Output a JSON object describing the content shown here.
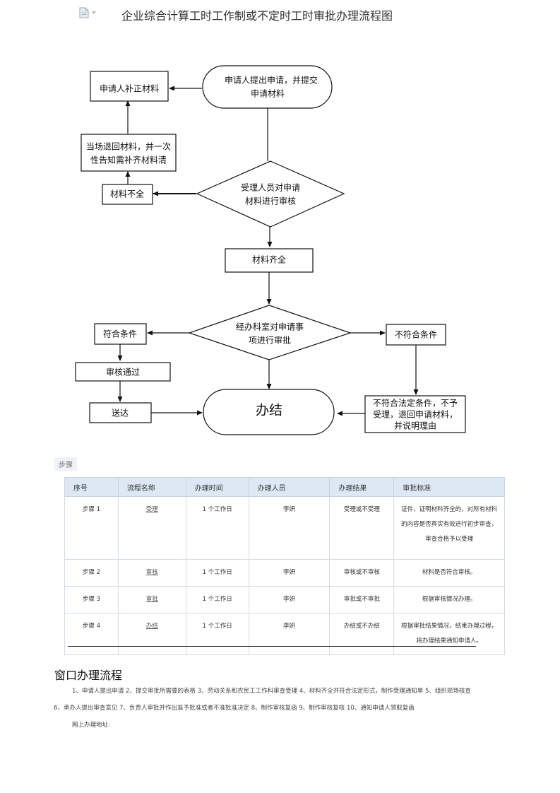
{
  "title": "企业综合计算工时工作制或不定时工时审批办理流程图",
  "flowchart": {
    "supplement": "申请人补正材料",
    "apply": [
      "申请人提出申请，并提交",
      "申请材料"
    ],
    "return_once": [
      "当场退回材料，并一次",
      "性告知需补齐材料清"
    ],
    "incomplete": "材料不全",
    "review": [
      "受理人员对申请",
      "材料进行审核"
    ],
    "complete": "材料齐全",
    "approve": [
      "经办科室对申请事",
      "项进行审批"
    ],
    "eligible": "符合条件",
    "ineligible": "不符合条件",
    "passed": "审核通过",
    "deliver": "送达",
    "done": "办结",
    "reject": [
      "不符合法定条件，不予",
      "受理，退回申请材料，",
      "并说明理由"
    ]
  },
  "steps_label": "步骤",
  "table": {
    "headers": [
      "序号",
      "流程名称",
      "办理时间",
      "办理人员",
      "办理结果",
      "审批标准"
    ],
    "rows": [
      {
        "no": "步骤 1",
        "name": "受理",
        "time": "1 个工作日",
        "person": "李妍",
        "result": "受理或不受理",
        "standard": [
          "证件，证明材料齐全的，对所有材料",
          "的内容是否真实有效进行初步审查，",
          "审查合格予以受理"
        ]
      },
      {
        "no": "步骤 2",
        "name": "审核",
        "time": "1 个工作日",
        "person": "李妍",
        "result": "审核或不审核",
        "standard": [
          "材料是否符合审核。"
        ]
      },
      {
        "no": "步骤 3",
        "name": "审批",
        "time": "1 个工作日",
        "person": "李妍",
        "result": "审批或不审批",
        "standard": [
          "根据审核情况办理。"
        ]
      },
      {
        "no": "步骤 4",
        "name": "办结",
        "time": "1 个工作日",
        "person": "李妍",
        "result": "办结或不办结",
        "standard": [
          "根据审批结果情况，结束办理过程，",
          "将办理结果通知申请人。"
        ]
      }
    ]
  },
  "window_heading": "窗口办理流程",
  "window_text": [
    "1、申请人提出申请 2、提交审批所需要的表格 3、劳动关系和农民工工作科审查受理 4、材料齐全并符合法定形式，制作受理通知单 5、组织现场核查",
    "6、承办人提出审查意见 7、负责人审批并作出准予批准或者不准批准决定 8、制作审核复函 9、制作审核复核 10、通知申请人领取复函",
    "网上办理地址:"
  ]
}
